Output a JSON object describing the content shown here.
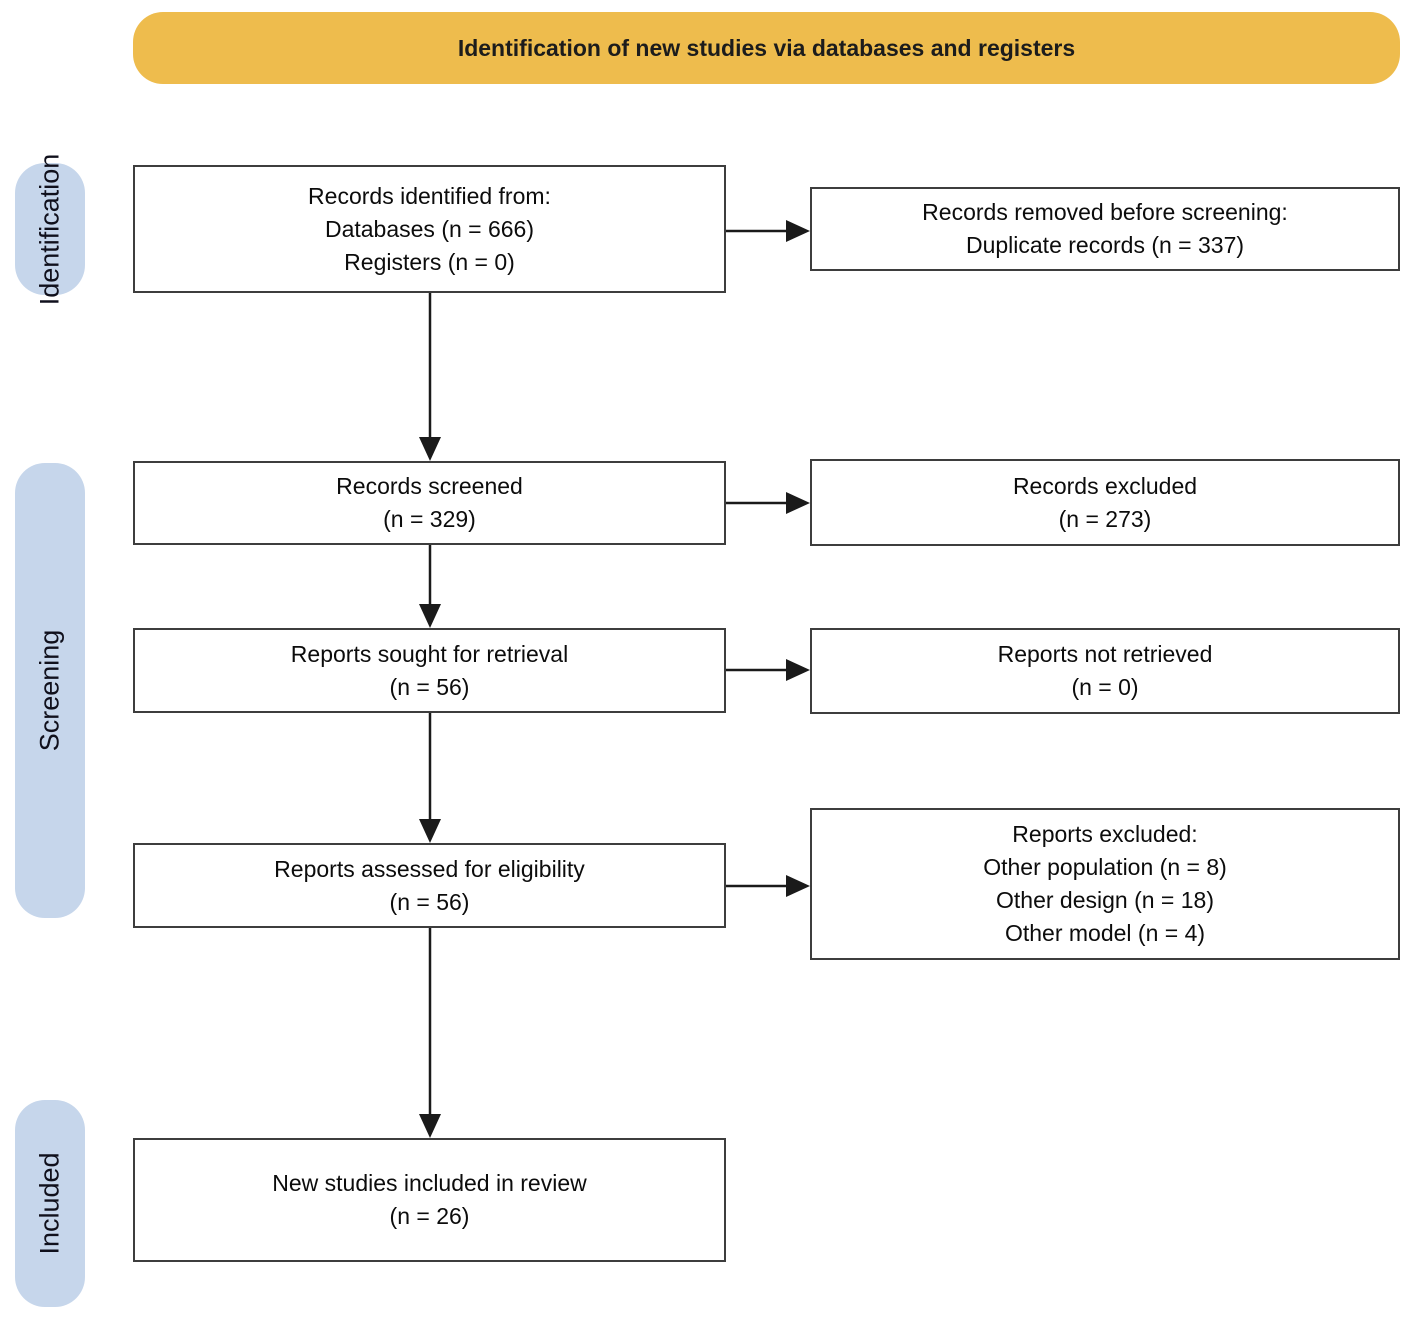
{
  "banner": {
    "label": "Identification of new studies via databases and registers"
  },
  "stages": {
    "identification": {
      "label": "Identification"
    },
    "screening": {
      "label": "Screening"
    },
    "included": {
      "label": "Included"
    }
  },
  "boxes": {
    "records_identified": {
      "lines": [
        "Records identified from:",
        "Databases (n = 666)",
        "Registers (n = 0)"
      ]
    },
    "records_removed": {
      "lines": [
        "Records removed before screening:",
        "Duplicate records (n = 337)"
      ]
    },
    "records_screened": {
      "lines": [
        "Records screened",
        "(n = 329)"
      ]
    },
    "records_excluded": {
      "lines": [
        "Records excluded",
        "(n = 273)"
      ]
    },
    "reports_sought": {
      "lines": [
        "Reports sought for retrieval",
        "(n = 56)"
      ]
    },
    "reports_not_retrieved": {
      "lines": [
        "Reports not retrieved",
        "(n = 0)"
      ]
    },
    "reports_assessed": {
      "lines": [
        "Reports assessed for eligibility",
        "(n = 56)"
      ]
    },
    "reports_excluded": {
      "lines": [
        "Reports excluded:",
        "Other population (n = 8)",
        "Other design (n = 18)",
        "Other model (n = 4)"
      ]
    },
    "new_studies_included": {
      "lines": [
        "New studies included in review",
        "(n = 26)"
      ]
    }
  },
  "colors": {
    "banner_bg": "#eebc4d",
    "stage_bg": "#c6d6eb",
    "box_border": "#3d3d3d",
    "arrow": "#1a1a1a"
  }
}
